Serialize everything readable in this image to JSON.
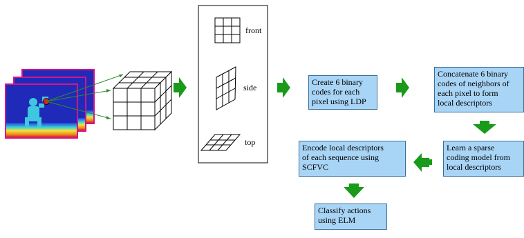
{
  "colors": {
    "arrow": "#1a9a1a",
    "box_fill": "#a8d4f5",
    "box_border": "#3a6f9a",
    "depth_bg": "#1f2bb8",
    "frame_border": "#d4148c",
    "line": "#2e8b2e"
  },
  "views": {
    "front": "front",
    "side": "side",
    "top": "top"
  },
  "steps": {
    "ldp": "Create 6 binary\ncodes for each\npixel using LDP",
    "concat": "Concatenate 6 binary\ncodes of neighbors of\neach pixel to form\nlocal descriptors",
    "sparse": "Learn a sparse\ncoding model from\nlocal descriptors",
    "encode": "Encode local descriptors\nof each sequence using\nSCFVC",
    "classify": "Classify actions\nusing ELM"
  },
  "icons": {
    "arrow": "block-arrow-icon",
    "cube": "cube-grid-icon",
    "depth": "depth-frame-icon"
  }
}
